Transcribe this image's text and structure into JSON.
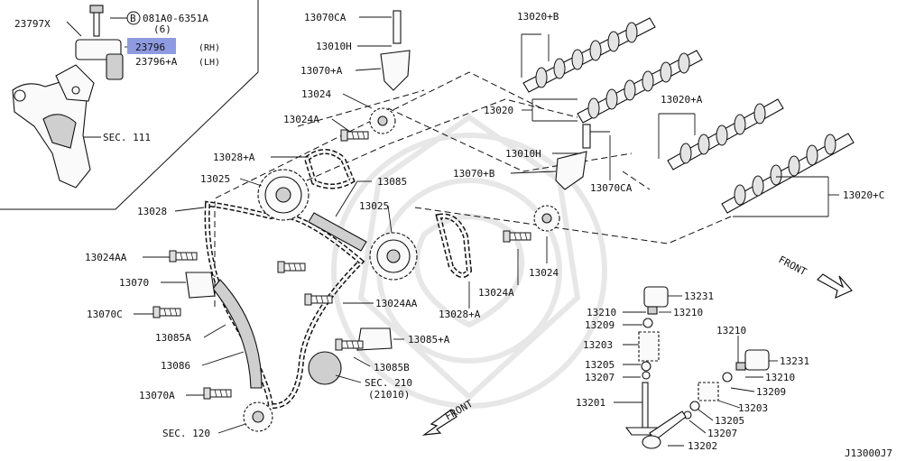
{
  "diagram": {
    "drawing_number": "J13000J7",
    "front_label": "FRONT",
    "highlight_color": "#8f9be0",
    "inset_labels": {
      "p23797x": "23797X",
      "bolt_code": "081A0-6351A",
      "bolt_marker": "B",
      "bolt_qty": "(6)",
      "p23796": "23796",
      "p23796_side": "(RH)",
      "p23796a": "23796+A",
      "p23796a_side": "(LH)",
      "sec111": "SEC. 111"
    },
    "labels": {
      "p13070ca_top": "13070CA",
      "p13010h_top": "13010H",
      "p13070a_top": "13070+A",
      "p13024_top": "13024",
      "p13024a_top": "13024A",
      "p13028a_top": "13028+A",
      "p13025_left": "13025",
      "p13085": "13085",
      "p13025_mid": "13025",
      "p13028": "13028",
      "p13024aa_left": "13024AA",
      "p13070": "13070",
      "p13070c": "13070C",
      "p13085a": "13085A",
      "p13086": "13086",
      "p13070a_bottom": "13070A",
      "sec120": "SEC. 120",
      "p13020b": "13020+B",
      "p13020": "13020",
      "p13020a": "13020+A",
      "p13010h_mid": "13010H",
      "p13070b": "13070+B",
      "p13070ca_mid": "13070CA",
      "p13020c": "13020+C",
      "p13024_mid": "13024",
      "p13024a_mid": "13024A",
      "p13028a_mid": "13028+A",
      "p13024aa_mid": "13024AA",
      "p13085b": "13085+A",
      "p13085b2": "13085B",
      "sec210": "SEC. 210",
      "sec210_sub": "(21010)",
      "p13231_l": "13231",
      "p13210_la": "13210",
      "p13210_lb": "13210",
      "p13209_l": "13209",
      "p13203_l": "13203",
      "p13205_l": "13205",
      "p13207_l": "13207",
      "p13201": "13201",
      "p13210_ra": "13210",
      "p13231_r": "13231",
      "p13210_rb": "13210",
      "p13209_r": "13209",
      "p13203_r": "13203",
      "p13205_r": "13205",
      "p13207_r": "13207",
      "p13202": "13202"
    }
  }
}
